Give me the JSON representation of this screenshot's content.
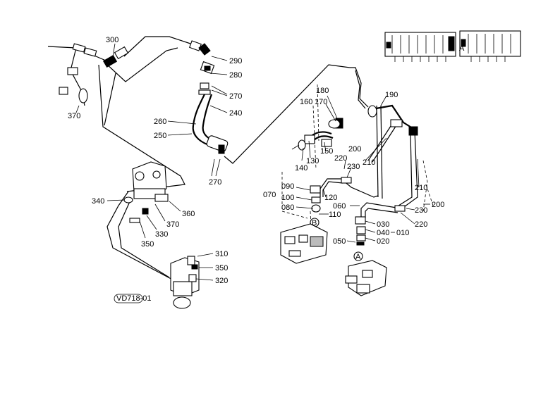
{
  "drawing_code": "VD718-01",
  "callouts": {
    "c300": "300",
    "c290": "290",
    "c280": "280",
    "c270a": "270",
    "c240": "240",
    "c260": "260",
    "c250": "250",
    "c270b": "270",
    "c370a": "370",
    "c340": "340",
    "c360": "360",
    "c370b": "370",
    "c330": "330",
    "c350a": "350",
    "c310": "310",
    "c350b": "350",
    "c320": "320",
    "c180": "180",
    "c170": "170",
    "c160": "160",
    "c190": "190",
    "c140": "140",
    "c130": "130",
    "c150": "150",
    "c200a": "200",
    "c220a": "220",
    "c230a": "230",
    "c210a": "210",
    "c210b": "210",
    "c090": "090",
    "c070": "070",
    "c100": "100",
    "c080": "080",
    "c120": "120",
    "c110": "110",
    "c060": "060",
    "c230b": "230",
    "c200b": "200",
    "c220b": "220",
    "c030": "030",
    "c040": "040",
    "c010": "010",
    "c020": "020",
    "c050": "050"
  },
  "markers": {
    "a_top": "A",
    "b_top": "B",
    "a_ref": "A",
    "b_ref": "B"
  }
}
